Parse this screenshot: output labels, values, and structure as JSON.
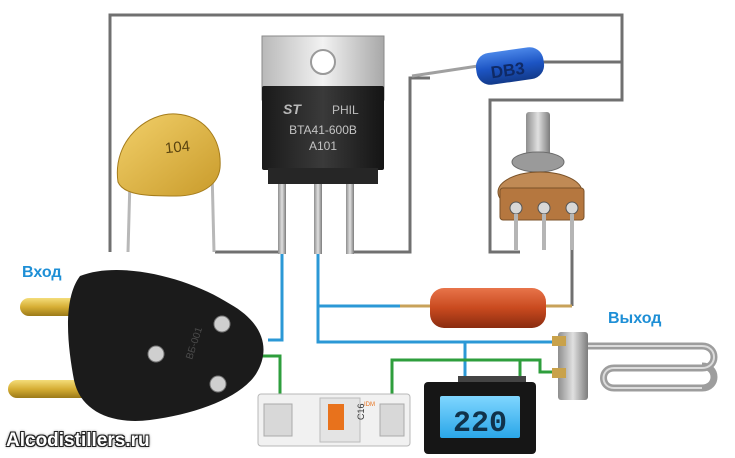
{
  "labels": {
    "input": "Вход",
    "output": "Выход",
    "watermark": "Alcodistillers.ru"
  },
  "triac": {
    "brand": "ST",
    "model": "BTA41-600B",
    "code": "A101",
    "origin": "PHIL"
  },
  "capacitor": {
    "code": "104"
  },
  "diac": {
    "code": "DB3"
  },
  "breaker": {
    "code": "C16",
    "brand": "IDM"
  },
  "plug": {
    "code": "ВБ-001"
  },
  "voltmeter": {
    "reading": "220"
  },
  "colors": {
    "control_wire": "#707070",
    "power_wire": "#2b98d6",
    "neutral_wire": "#2e9e3c",
    "label_accent": "#1e8fd6",
    "display": "#39b8f0"
  }
}
